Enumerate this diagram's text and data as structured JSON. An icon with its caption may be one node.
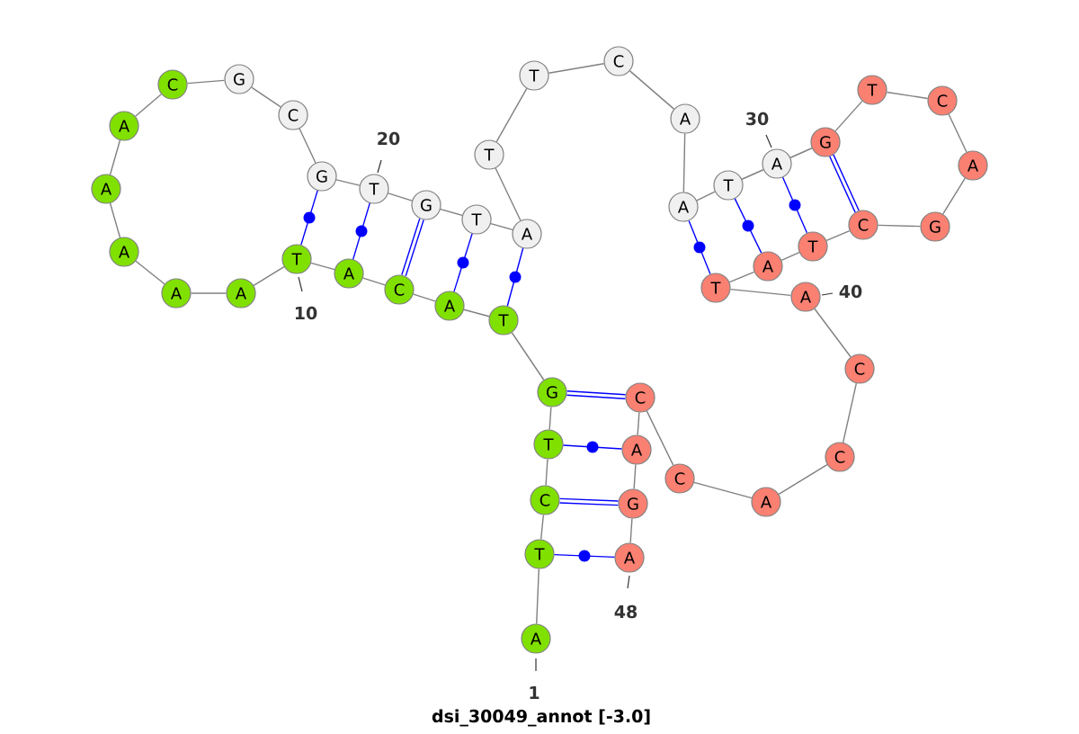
{
  "diagram": {
    "caption": "dsi_30049_annot [-3.0]",
    "nodes": [
      {
        "text": [
          "A"
        ],
        "beside": [
          "1"
        ]
      },
      {
        "text": [
          "T"
        ]
      },
      {
        "text": [
          "C"
        ]
      },
      {
        "text": [
          "T"
        ]
      },
      {
        "text": [
          "G"
        ]
      },
      {
        "text": [
          "T"
        ]
      },
      {
        "text": [
          "A"
        ]
      },
      {
        "text": [
          "C"
        ]
      },
      {
        "text": [
          "A"
        ]
      },
      {
        "text": [
          "T"
        ],
        "beside": [
          "10"
        ]
      },
      {
        "text": [
          "A"
        ]
      },
      {
        "text": [
          "A"
        ]
      },
      {
        "text": [
          "A"
        ]
      },
      {
        "text": [
          "A"
        ]
      },
      {
        "text": [
          "A"
        ]
      },
      {
        "text": [
          "C"
        ]
      },
      {
        "text": [
          "G"
        ]
      },
      {
        "text": [
          "C"
        ]
      },
      {
        "text": [
          "G"
        ]
      },
      {
        "text": [
          "T"
        ],
        "beside": [
          "20"
        ]
      },
      {
        "text": [
          "G"
        ]
      },
      {
        "text": [
          "T"
        ]
      },
      {
        "text": [
          "A"
        ]
      },
      {
        "text": [
          "T"
        ]
      },
      {
        "text": [
          "T"
        ]
      },
      {
        "text": [
          "C"
        ]
      },
      {
        "text": [
          "A"
        ]
      },
      {
        "text": [
          "A"
        ]
      },
      {
        "text": [
          "T"
        ]
      },
      {
        "text": [
          "A"
        ],
        "beside": [
          "30"
        ]
      },
      {
        "text": [
          "G"
        ]
      },
      {
        "text": [
          "T"
        ]
      },
      {
        "text": [
          "C"
        ]
      },
      {
        "text": [
          "A"
        ]
      },
      {
        "text": [
          "G"
        ]
      },
      {
        "text": [
          "C"
        ]
      },
      {
        "text": [
          "T"
        ]
      },
      {
        "text": [
          "A"
        ]
      },
      {
        "text": [
          "T"
        ]
      },
      {
        "text": [
          "A"
        ],
        "beside": [
          "40"
        ]
      },
      {
        "text": [
          "C"
        ]
      },
      {
        "text": [
          "C"
        ]
      },
      {
        "text": [
          "A"
        ]
      },
      {
        "text": [
          "C"
        ]
      },
      {
        "text": [
          "C"
        ]
      },
      {
        "text": [
          "A"
        ]
      },
      {
        "text": [
          "G"
        ]
      },
      {
        "text": [
          "A"
        ],
        "beside": [
          "48"
        ]
      }
    ],
    "edges": [
      {
        "from": 0,
        "to": 1,
        "arrow": "none"
      },
      {
        "from": 1,
        "to": 2,
        "arrow": "none"
      },
      {
        "from": 2,
        "to": 3,
        "arrow": "none"
      },
      {
        "from": 3,
        "to": 4,
        "arrow": "none"
      },
      {
        "from": 4,
        "to": 5,
        "arrow": "none"
      },
      {
        "from": 5,
        "to": 6,
        "arrow": "none"
      },
      {
        "from": 6,
        "to": 7,
        "arrow": "none"
      },
      {
        "from": 7,
        "to": 8,
        "arrow": "none"
      },
      {
        "from": 8,
        "to": 9,
        "arrow": "none"
      },
      {
        "from": 9,
        "to": 10,
        "arrow": "none"
      },
      {
        "from": 10,
        "to": 11,
        "arrow": "none"
      },
      {
        "from": 11,
        "to": 12,
        "arrow": "none"
      },
      {
        "from": 12,
        "to": 13,
        "arrow": "none"
      },
      {
        "from": 13,
        "to": 14,
        "arrow": "none"
      },
      {
        "from": 14,
        "to": 15,
        "arrow": "none"
      },
      {
        "from": 15,
        "to": 16,
        "arrow": "none"
      },
      {
        "from": 16,
        "to": 17,
        "arrow": "none"
      },
      {
        "from": 17,
        "to": 18,
        "arrow": "none"
      },
      {
        "from": 18,
        "to": 19,
        "arrow": "none"
      },
      {
        "from": 19,
        "to": 20,
        "arrow": "none"
      },
      {
        "from": 20,
        "to": 21,
        "arrow": "none"
      },
      {
        "from": 21,
        "to": 22,
        "arrow": "none"
      },
      {
        "from": 22,
        "to": 23,
        "arrow": "none"
      },
      {
        "from": 23,
        "to": 24,
        "arrow": "none"
      },
      {
        "from": 24,
        "to": 25,
        "arrow": "none"
      },
      {
        "from": 25,
        "to": 26,
        "arrow": "none"
      },
      {
        "from": 26,
        "to": 27,
        "arrow": "none"
      },
      {
        "from": 27,
        "to": 28,
        "arrow": "none"
      },
      {
        "from": 28,
        "to": 29,
        "arrow": "none"
      },
      {
        "from": 29,
        "to": 30,
        "arrow": "none"
      },
      {
        "from": 30,
        "to": 31,
        "arrow": "none"
      },
      {
        "from": 31,
        "to": 32,
        "arrow": "none"
      },
      {
        "from": 32,
        "to": 33,
        "arrow": "none"
      },
      {
        "from": 33,
        "to": 34,
        "arrow": "none"
      },
      {
        "from": 34,
        "to": 35,
        "arrow": "none"
      },
      {
        "from": 35,
        "to": 36,
        "arrow": "none"
      },
      {
        "from": 36,
        "to": 37,
        "arrow": "none"
      },
      {
        "from": 37,
        "to": 38,
        "arrow": "none"
      },
      {
        "from": 38,
        "to": 39,
        "arrow": "none"
      },
      {
        "from": 39,
        "to": 40,
        "arrow": "none"
      },
      {
        "from": 40,
        "to": 41,
        "arrow": "none"
      },
      {
        "from": 41,
        "to": 42,
        "arrow": "none"
      },
      {
        "from": 42,
        "to": 43,
        "arrow": "none"
      },
      {
        "from": 43,
        "to": 44,
        "arrow": "none"
      },
      {
        "from": 44,
        "to": 45,
        "arrow": "none"
      },
      {
        "from": 45,
        "to": 46,
        "arrow": "none"
      },
      {
        "from": 46,
        "to": 47,
        "arrow": "none"
      },
      {
        "from": 1,
        "to": 47,
        "arrow": "none",
        "color": "#0000ff"
      },
      {
        "from": 2,
        "to": 46,
        "arrow": "none",
        "style": "thick",
        "color": "#0000ff"
      },
      {
        "from": 3,
        "to": 45,
        "arrow": "none",
        "color": "#0000ff"
      },
      {
        "from": 4,
        "to": 44,
        "arrow": "none",
        "style": "thick",
        "color": "#0000ff"
      },
      {
        "from": 5,
        "to": 22,
        "arrow": "none",
        "color": "#0000ff"
      },
      {
        "from": 6,
        "to": 21,
        "arrow": "none",
        "color": "#0000ff"
      },
      {
        "from": 7,
        "to": 20,
        "arrow": "none",
        "style": "thick",
        "color": "#0000ff"
      },
      {
        "from": 8,
        "to": 19,
        "arrow": "none",
        "color": "#0000ff"
      },
      {
        "from": 9,
        "to": 18,
        "arrow": "none",
        "color": "#0000ff"
      },
      {
        "from": 27,
        "to": 38,
        "arrow": "none",
        "color": "#0000ff"
      },
      {
        "from": 28,
        "to": 37,
        "arrow": "none",
        "color": "#0000ff"
      },
      {
        "from": 29,
        "to": 36,
        "arrow": "none",
        "color": "#0000ff"
      },
      {
        "from": 30,
        "to": 35,
        "arrow": "none",
        "style": "thick",
        "color": "#0000ff"
      }
    ]
  }
}
